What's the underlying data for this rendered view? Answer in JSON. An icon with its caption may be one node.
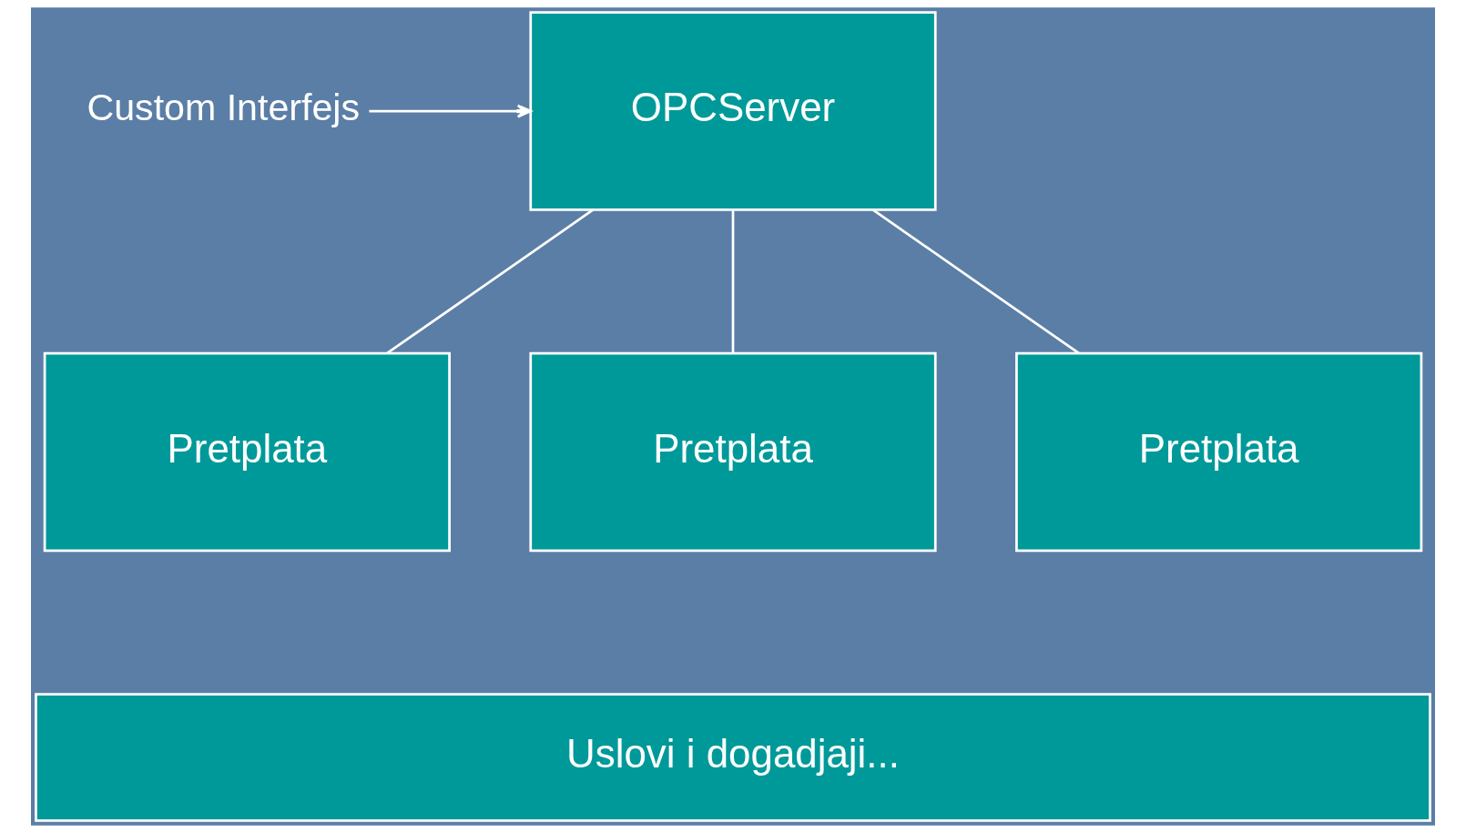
{
  "diagram": {
    "nodes": [
      {
        "text": [
          "Custom Interfejs"
        ]
      },
      {
        "text": [
          "OPCServer"
        ]
      },
      {
        "text": [
          "Pretplata"
        ]
      },
      {
        "text": [
          "Pretplata"
        ]
      },
      {
        "text": [
          "Pretplata"
        ]
      },
      {
        "text": [
          "Uslovi i dogadjaji..."
        ]
      }
    ],
    "edges": [
      {
        "from": 0,
        "to": 1,
        "arrow": "to"
      },
      {
        "from": 1,
        "to": 2,
        "arrow": "none"
      },
      {
        "from": 1,
        "to": 3,
        "arrow": "none"
      },
      {
        "from": 1,
        "to": 4,
        "arrow": "none"
      }
    ]
  }
}
